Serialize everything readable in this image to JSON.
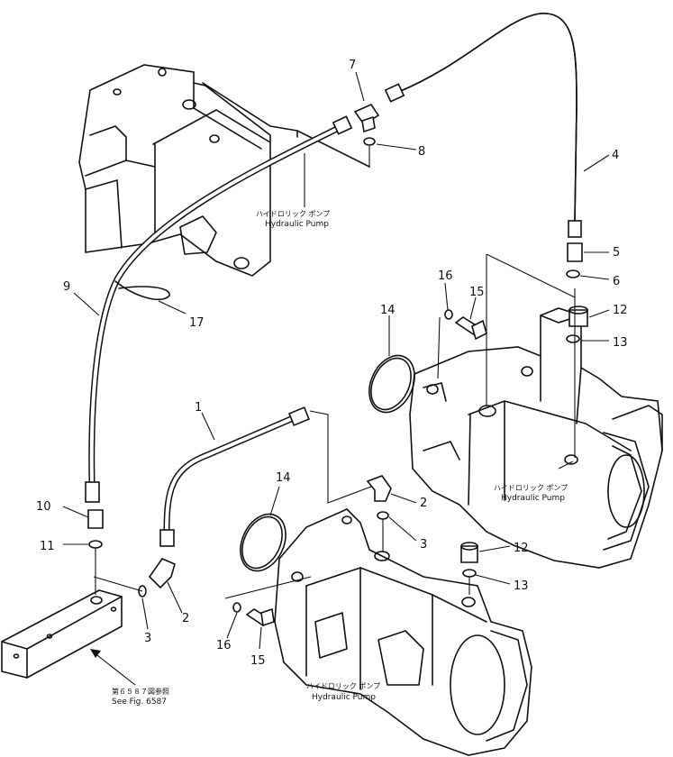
{
  "pump_label_jp": "ハイドロリック ポンプ",
  "pump_label_en": "Hydraulic Pump",
  "see_fig_jp": "第６５８７図参照",
  "see_fig_en": "See Fig. 6587",
  "callouts": {
    "n1": "1",
    "n2a": "2",
    "n2b": "2",
    "n3a": "3",
    "n3b": "3",
    "n4": "4",
    "n5": "5",
    "n6": "6",
    "n7": "7",
    "n8": "8",
    "n9": "9",
    "n10": "10",
    "n11": "11",
    "n12a": "12",
    "n12b": "12",
    "n13a": "13",
    "n13b": "13",
    "n14a": "14",
    "n14b": "14",
    "n15a": "15",
    "n15b": "15",
    "n16a": "16",
    "n16b": "16",
    "n17": "17"
  }
}
